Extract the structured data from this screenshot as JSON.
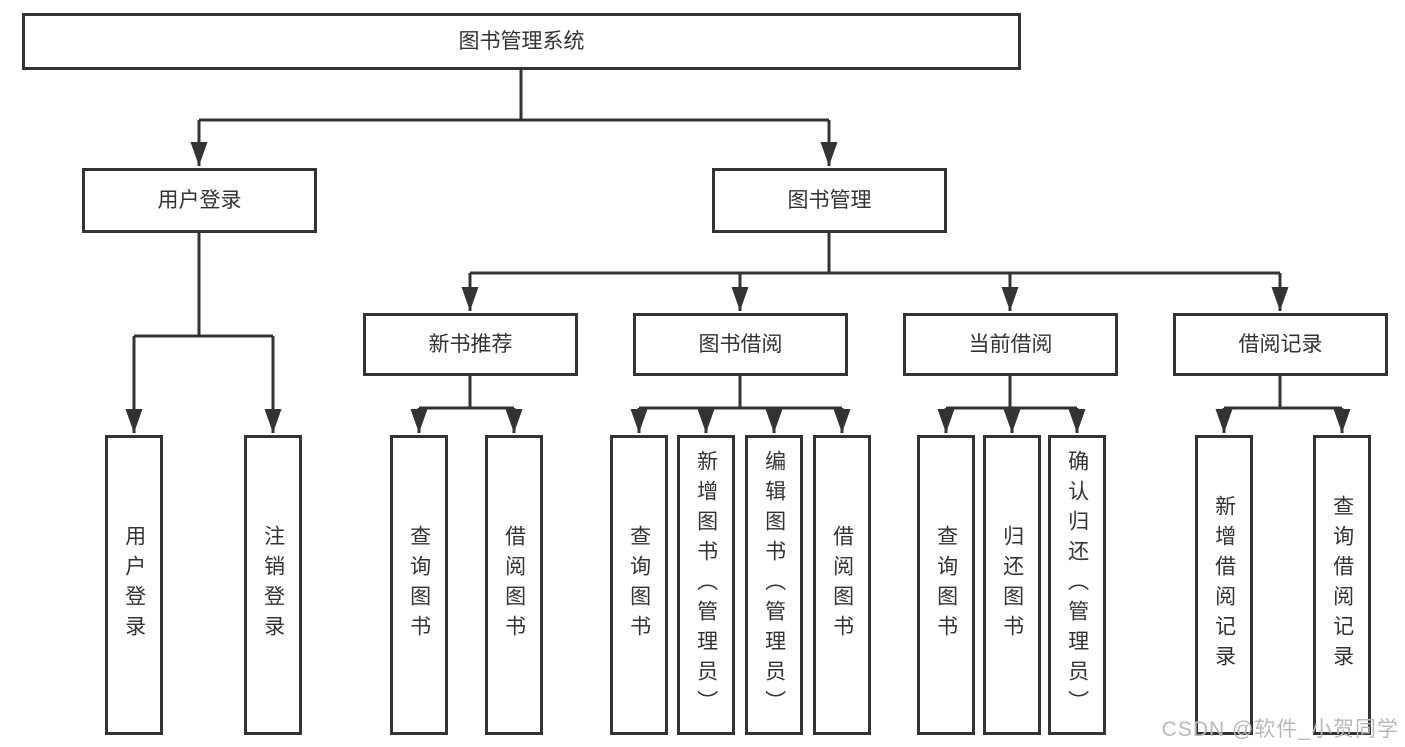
{
  "diagram": {
    "root": "图书管理系统",
    "level2": [
      "用户登录",
      "图书管理"
    ],
    "level3": [
      "新书推荐",
      "图书借阅",
      "当前借阅",
      "借阅记录"
    ],
    "leaves": {
      "login": [
        "用户登录",
        "注销登录"
      ],
      "newbook": [
        "查询图书",
        "借阅图书"
      ],
      "borrow": [
        "查询图书",
        "新增图书（管理员）",
        "编辑图书（管理员）",
        "借阅图书"
      ],
      "current": [
        "查询图书",
        "归还图书",
        "确认归还（管理员）"
      ],
      "records": [
        "新增借阅记录",
        "查询借阅记录"
      ]
    }
  },
  "watermark": "CSDN @软件_小贺同学",
  "colors": {
    "line": "#333333",
    "box_border": "#333333",
    "text": "#333333",
    "watermark": "#b9b9b9"
  }
}
